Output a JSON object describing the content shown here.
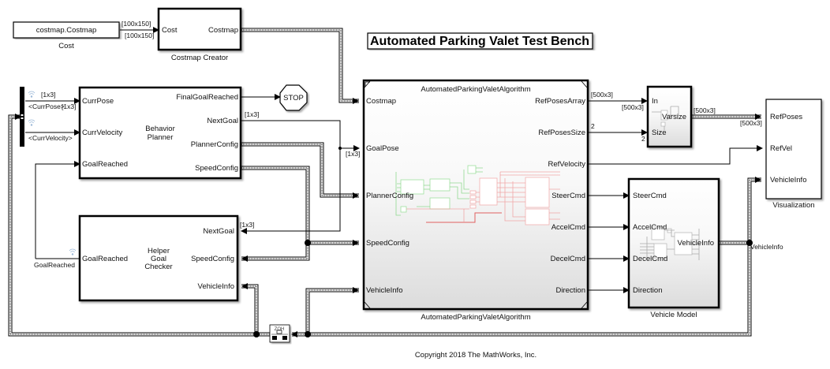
{
  "diagram": {
    "title": "Automated Parking Valet Test Bench",
    "copyright": "Copyright 2018 The MathWorks, Inc."
  },
  "blocks": {
    "cost_constant": {
      "value": "costmap.Costmap",
      "label": "Cost"
    },
    "costmap_creator": {
      "label": "Costmap Creator",
      "in_ports": [
        "Cost"
      ],
      "out_ports": [
        "Costmap"
      ]
    },
    "behavior_planner": {
      "name_line1": "Behavior",
      "name_line2": "Planner",
      "in_ports": [
        "CurrPose",
        "CurrVelocity",
        "GoalReached"
      ],
      "out_ports": [
        "FinalGoalReached",
        "NextGoal",
        "PlannerConfig",
        "SpeedConfig"
      ]
    },
    "stop": {
      "label": "STOP"
    },
    "helper_goal_checker": {
      "name_line1": "Helper",
      "name_line2": "Goal",
      "name_line3": "Checker",
      "in_ports": [
        "GoalReached"
      ],
      "out_ports": [
        "NextGoal",
        "SpeedConfig",
        "VehicleInfo"
      ]
    },
    "algorithm": {
      "header": "AutomatedParkingValetAlgorithm",
      "label": "AutomatedParkingValetAlgorithm",
      "in_ports": [
        "Costmap",
        "GoalPose",
        "PlannerConfig",
        "SpeedConfig",
        "VehicleInfo"
      ],
      "out_ports": [
        "RefPosesArray",
        "RefPosesSize",
        "RefVelocity",
        "SteerCmd",
        "AccelCmd",
        "DecelCmd",
        "Direction"
      ]
    },
    "varsize": {
      "in_ports": [
        "In",
        "Size"
      ],
      "out_port": "Varsize"
    },
    "vehicle_model": {
      "label": "Vehicle Model",
      "in_ports": [
        "SteerCmd",
        "AccelCmd",
        "DecelCmd",
        "Direction"
      ],
      "out_port": "VehicleInfo"
    },
    "visualization": {
      "label": "Visualization",
      "in_ports": [
        "RefPoses",
        "RefVel",
        "VehicleInfo"
      ]
    },
    "zoh": {
      "label": "ZOH"
    }
  },
  "signals": {
    "cost_dim_out": "[100x150]",
    "cost_dim_in": "[100x150]",
    "currpose_dim": "[1x3]",
    "currpose_dim2": "[1x3]",
    "currpose_sel": "<CurrPose>",
    "currvelocity_sel": "<CurrVelocity>",
    "nextgoal_dim": "[1x3]",
    "goalpose_dim": "[1x3]",
    "checker_nextgoal_dim": "[1x3]",
    "refposes_dim_out": "[500x3]",
    "refposes_dim_in": "[500x3]",
    "refposes_size": "2",
    "refposes_size_in": "2",
    "varsize_dim_out": "[500x3]",
    "varsize_dim_in": "[500x3]",
    "goalreached_from": "GoalReached",
    "vehicleinfo_signal": "VehicleInfo"
  }
}
